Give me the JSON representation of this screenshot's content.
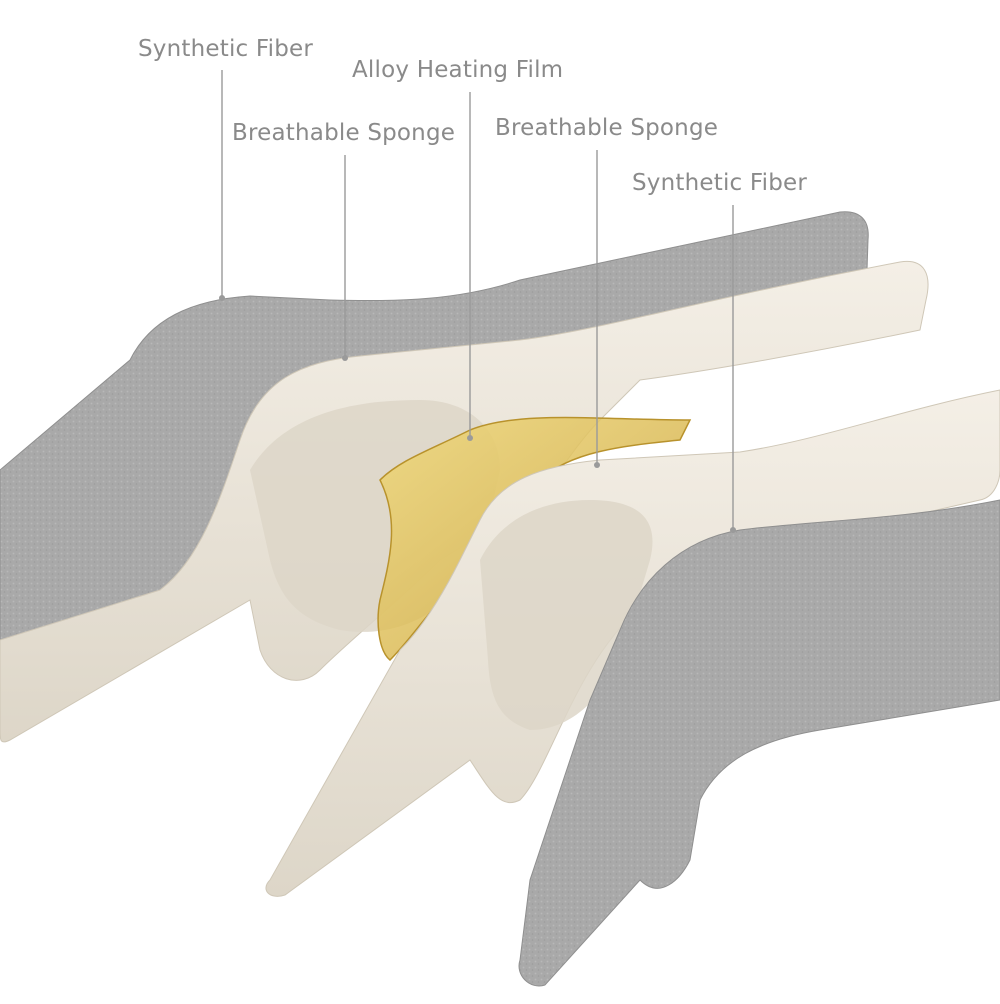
{
  "diagram": {
    "labels": [
      {
        "id": "fiber-left",
        "text": "Synthetic Fiber"
      },
      {
        "id": "heating-film",
        "text": "Alloy Heating Film"
      },
      {
        "id": "sponge-left",
        "text": "Breathable Sponge"
      },
      {
        "id": "sponge-right",
        "text": "Breathable Sponge"
      },
      {
        "id": "fiber-right",
        "text": "Synthetic Fiber"
      }
    ],
    "colors": {
      "fiber": "#a9a9a9",
      "fiber_dark": "#8f8f8f",
      "sponge": "#ece6da",
      "sponge_shade": "#d9d2c4",
      "film": "#d9b74a",
      "leader": "#9a9a9a",
      "label": "#8a8a8a"
    }
  }
}
